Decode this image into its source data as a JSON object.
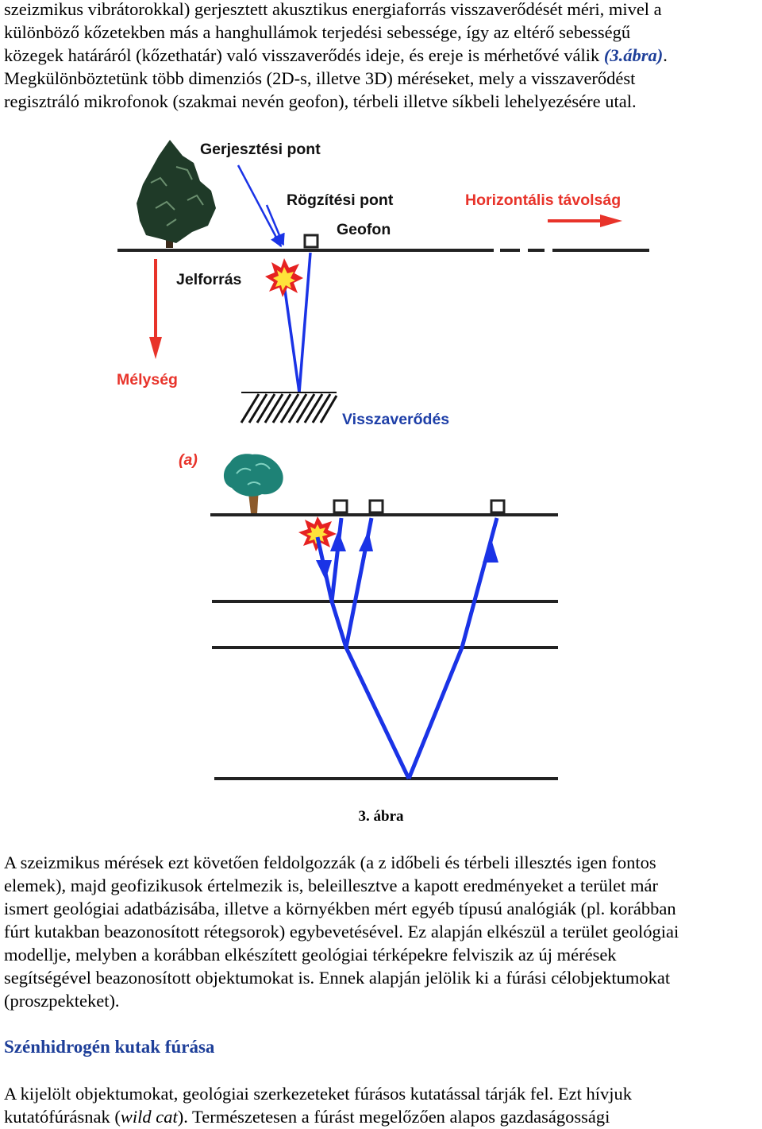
{
  "para1": {
    "line1": "szeizmikus vibrátorokkal) gerjesztett akusztikus energiaforrás visszaverődését méri, mivel a",
    "line2": "különböző kőzetekben más a hanghullámok terjedési sebessége, így az eltérő sebességű",
    "line3_text": "közegek határáról (kőzethatár) való visszaverődés ideje, és ereje is mérhetővé válik ",
    "line3_link": "(3.ábra)",
    "line3_end": ".",
    "line4": "Megkülönböztetünk több dimenziós (2D-s, illetve 3D) méréseket, mely a visszaverődést",
    "line5": "regisztráló mikrofonok (szakmai nevén geofon), térbeli illetve síkbeli lehelyezésére utal."
  },
  "figure": {
    "labels": {
      "gerjesztesi_pont": "Gerjesztési pont",
      "rogzitesi_pont": "Rögzítési pont",
      "horizontalis_tavolsag": "Horizontális távolság",
      "geofon": "Geofon",
      "jelforras": "Jelforrás",
      "melyseg": "Mélység",
      "visszaverodes": "Visszaverődés",
      "panel_a": "(a)"
    },
    "colors": {
      "ray_blue": "#1a33e6",
      "label_red": "#e8332a",
      "label_blue": "#1e3fa8",
      "tree_dark": "#1f3a28",
      "tree_teal": "#1e8276",
      "trunk": "#8c5a2b",
      "star_red": "#e62222",
      "star_yellow": "#ffe23a"
    },
    "icons": [
      "tree-icon",
      "explosion-star-icon",
      "geophone-icon",
      "reflector-hatch-icon"
    ]
  },
  "caption": "3. ábra",
  "para2": {
    "line1": "A szeizmikus mérések ezt követően feldolgozzák (a z időbeli és térbeli illesztés igen fontos",
    "line2": "elemek), majd geofizikusok értelmezik is, beleillesztve a kapott eredményeket a terület már",
    "line3": "ismert geológiai adatbázisába, illetve a környékben mért egyéb típusú analógiák (pl. korábban",
    "line4": "fúrt kutakban beazonosított rétegsorok) egybevetésével. Ez alapján elkészül a terület geológiai",
    "line5": "modellje, melyben a korábban elkészített geológiai térképekre felviszik az új mérések",
    "line6": "segítségével beazonosított objektumokat is. Ennek alapján jelölik ki a fúrási célobjektumokat",
    "line7": "(proszpekteket)."
  },
  "heading": "Szénhidrogén kutak fúrása",
  "para3": {
    "line1": "A kijelölt objektumokat, geológiai szerkezeteket fúrásos kutatással tárják fel. Ezt hívjuk",
    "line2_a": "kutatófúrásnak (",
    "line2_em": "wild cat",
    "line2_b": "). Természetesen a fúrást megelőzően alapos gazdaságossági"
  }
}
